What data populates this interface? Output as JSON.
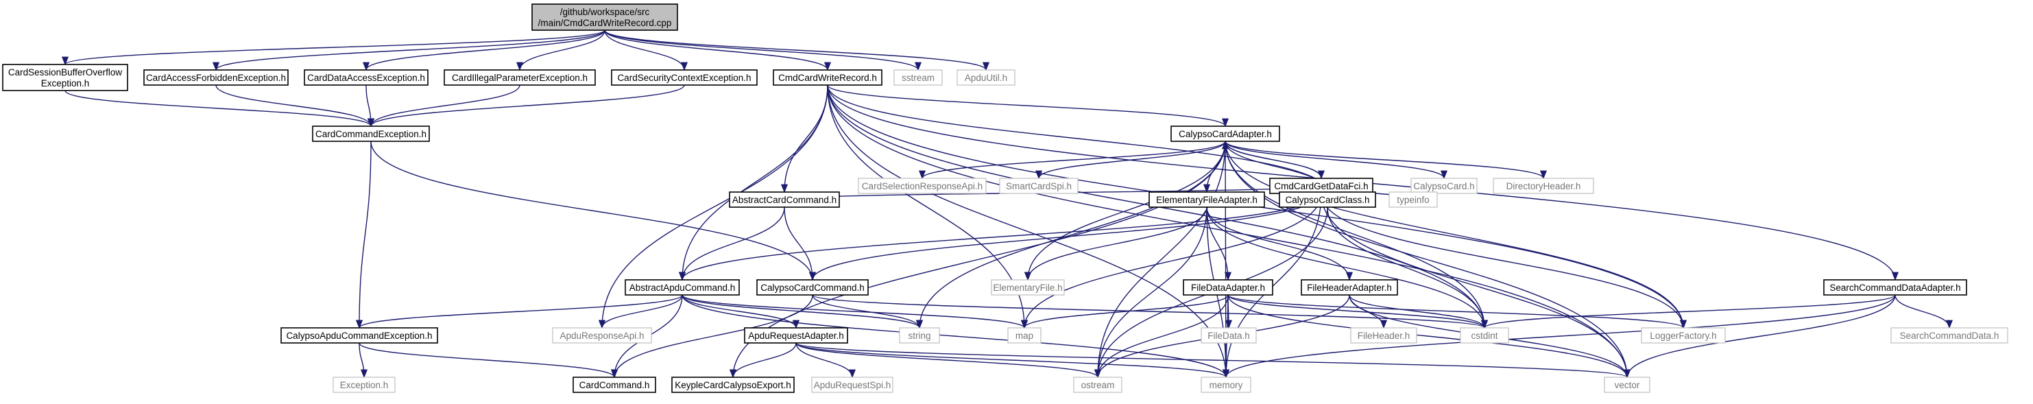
{
  "root": {
    "lines": [
      "/github/workspace/src",
      "/main/CmdCardWriteRecord.cpp"
    ]
  },
  "nodes": {
    "cardSessionBuffer": {
      "lines": [
        "CardSessionBufferOverflow",
        "Exception.h"
      ]
    },
    "cardAccessForbidden": {
      "lines": [
        "CardAccessForbiddenException.h"
      ]
    },
    "cardDataAccess": {
      "lines": [
        "CardDataAccessException.h"
      ]
    },
    "cardIllegalParameter": {
      "lines": [
        "CardIllegalParameterException.h"
      ]
    },
    "cardSecurityContext": {
      "lines": [
        "CardSecurityContextException.h"
      ]
    },
    "cmdCardWriteRecord": {
      "lines": [
        "CmdCardWriteRecord.h"
      ]
    },
    "sstream": {
      "lines": [
        "sstream"
      ]
    },
    "apduUtil": {
      "lines": [
        "ApduUtil.h"
      ]
    },
    "cardCommandException": {
      "lines": [
        "CardCommandException.h"
      ]
    },
    "calypsoCardAdapter": {
      "lines": [
        "CalypsoCardAdapter.h"
      ]
    },
    "cardSelectionResponseApi": {
      "lines": [
        "CardSelectionResponseApi.h"
      ]
    },
    "smartCardSpi": {
      "lines": [
        "SmartCardSpi.h"
      ]
    },
    "calypsoCard": {
      "lines": [
        "CalypsoCard.h"
      ]
    },
    "directoryHeader": {
      "lines": [
        "DirectoryHeader.h"
      ]
    },
    "cmdCardGetDataFci": {
      "lines": [
        "CmdCardGetDataFci.h"
      ]
    },
    "abstractCardCommand": {
      "lines": [
        "AbstractCardCommand.h"
      ]
    },
    "calypsoCardClass": {
      "lines": [
        "CalypsoCardClass.h"
      ]
    },
    "typeinfo": {
      "lines": [
        "typeinfo"
      ]
    },
    "elementaryFileAdapter": {
      "lines": [
        "ElementaryFileAdapter.h"
      ]
    },
    "abstractApduCommand": {
      "lines": [
        "AbstractApduCommand.h"
      ]
    },
    "calypsoCardCommand": {
      "lines": [
        "CalypsoCardCommand.h"
      ]
    },
    "elementaryFile": {
      "lines": [
        "ElementaryFile.h"
      ]
    },
    "fileDataAdapter": {
      "lines": [
        "FileDataAdapter.h"
      ]
    },
    "fileHeaderAdapter": {
      "lines": [
        "FileHeaderAdapter.h"
      ]
    },
    "searchCommandDataAdapter": {
      "lines": [
        "SearchCommandDataAdapter.h"
      ]
    },
    "apduResponseApi": {
      "lines": [
        "ApduResponseApi.h"
      ]
    },
    "string": {
      "lines": [
        "string"
      ]
    },
    "map": {
      "lines": [
        "map"
      ]
    },
    "fileData": {
      "lines": [
        "FileData.h"
      ]
    },
    "fileHeader": {
      "lines": [
        "FileHeader.h"
      ]
    },
    "cstdint": {
      "lines": [
        "cstdint"
      ]
    },
    "loggerFactory": {
      "lines": [
        "LoggerFactory.h"
      ]
    },
    "searchCommandData": {
      "lines": [
        "SearchCommandData.h"
      ]
    },
    "calypsoApduCommandException": {
      "lines": [
        "CalypsoApduCommandException.h"
      ]
    },
    "apduRequestAdapter": {
      "lines": [
        "ApduRequestAdapter.h"
      ]
    },
    "exception": {
      "lines": [
        "Exception.h"
      ]
    },
    "cardCommand": {
      "lines": [
        "CardCommand.h"
      ]
    },
    "keypleCardCalypsoExport": {
      "lines": [
        "KeypleCardCalypsoExport.h"
      ]
    },
    "apduRequestSpi": {
      "lines": [
        "ApduRequestSpi.h"
      ]
    },
    "ostream": {
      "lines": [
        "ostream"
      ]
    },
    "memory": {
      "lines": [
        "memory"
      ]
    },
    "vector": {
      "lines": [
        "vector"
      ]
    }
  },
  "colors": {
    "edge": "#1c1c6e",
    "root_fill": "#bfbfbf",
    "external_border": "#bfbfbf",
    "external_text": "#777777"
  }
}
